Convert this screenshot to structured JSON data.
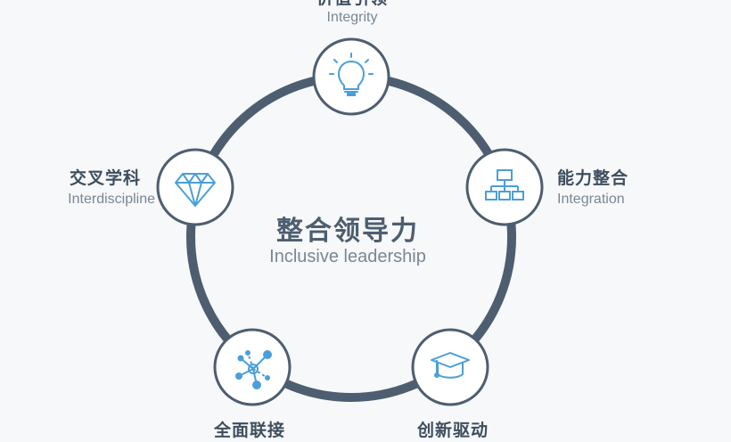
{
  "center": {
    "title_zh": "整合领导力",
    "title_en": "Inclusive leadership"
  },
  "nodes": [
    {
      "id": "integrity",
      "label_zh": "价值引领",
      "label_en": "Integrity",
      "icon": "lightbulb-icon"
    },
    {
      "id": "integration",
      "label_zh": "能力整合",
      "label_en": "Integration",
      "icon": "org-chart-icon"
    },
    {
      "id": "innovation",
      "label_zh": "创新驱动",
      "label_en": "",
      "icon": "graduation-cap-icon"
    },
    {
      "id": "connectivity",
      "label_zh": "全面联接",
      "label_en": "",
      "icon": "network-nodes-icon"
    },
    {
      "id": "interdisciplinary",
      "label_zh": "交叉学科",
      "label_en": "Interdiscipline",
      "icon": "diamond-icon"
    }
  ],
  "colors": {
    "background": "#f7f8f9",
    "ring": "#4d5e70",
    "node_border": "#4d5e70",
    "node_fill": "#ffffff",
    "icon": "#4a9fd8",
    "title": "#3e4e5f",
    "subtitle": "#7a8794"
  }
}
